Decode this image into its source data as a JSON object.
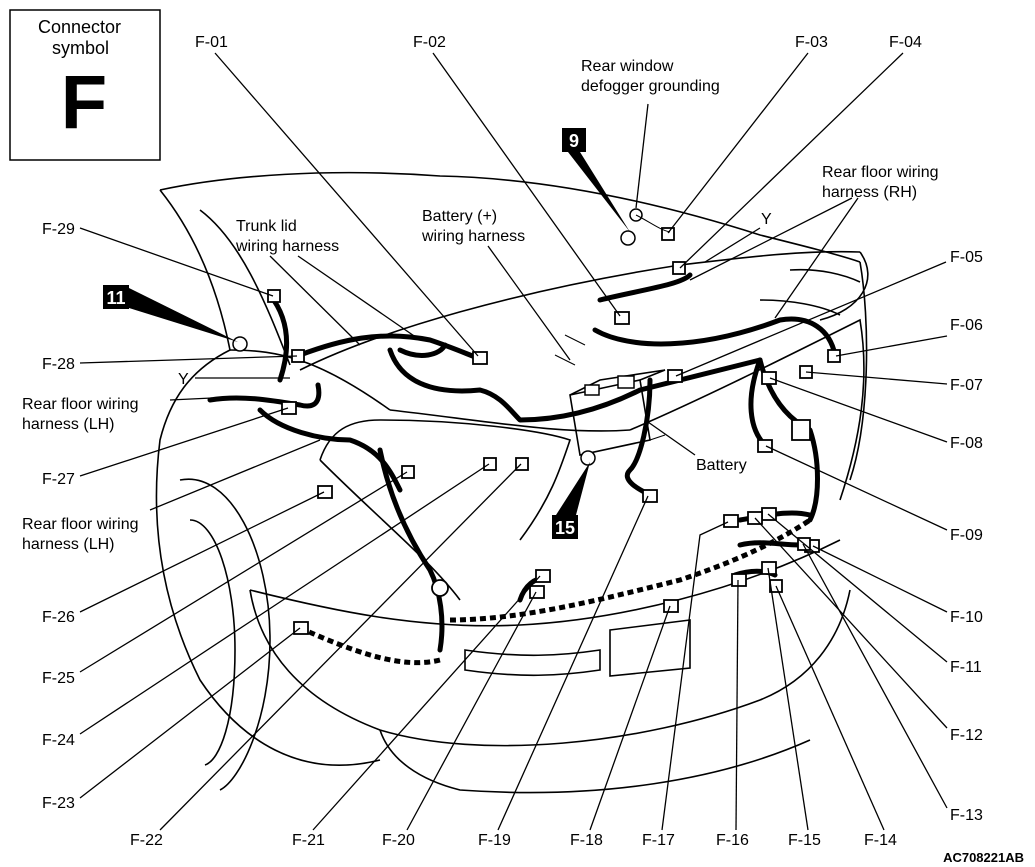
{
  "legend": {
    "title": "Connector\nsymbol",
    "title_line1": "Connector",
    "title_line2": "symbol",
    "symbol": "F"
  },
  "connectors": [
    "F-01",
    "F-02",
    "F-03",
    "F-04",
    "F-05",
    "F-06",
    "F-07",
    "F-08",
    "F-09",
    "F-10",
    "F-11",
    "F-12",
    "F-13",
    "F-14",
    "F-15",
    "F-16",
    "F-17",
    "F-18",
    "F-19",
    "F-20",
    "F-21",
    "F-22",
    "F-23",
    "F-24",
    "F-25",
    "F-26",
    "F-27",
    "F-28",
    "F-29"
  ],
  "callouts": {
    "rear_window_defogger_l1": "Rear window",
    "rear_window_defogger_l2": "defogger grounding",
    "rear_floor_rh_l1": "Rear floor wiring",
    "rear_floor_rh_l2": "harness (RH)",
    "trunk_lid_l1": "Trunk lid",
    "trunk_lid_l2": "wiring harness",
    "battery_plus_l1": "Battery (+)",
    "battery_plus_l2": "wiring harness",
    "rear_floor_lh_a_l1": "Rear floor wiring",
    "rear_floor_lh_a_l2": "harness (LH)",
    "rear_floor_lh_b_l1": "Rear floor wiring",
    "rear_floor_lh_b_l2": "harness (LH)",
    "battery": "Battery",
    "y_top": "Y",
    "y_left": "Y"
  },
  "ground_badges": [
    "9",
    "11",
    "15"
  ],
  "figure_code": "AC708221AB"
}
